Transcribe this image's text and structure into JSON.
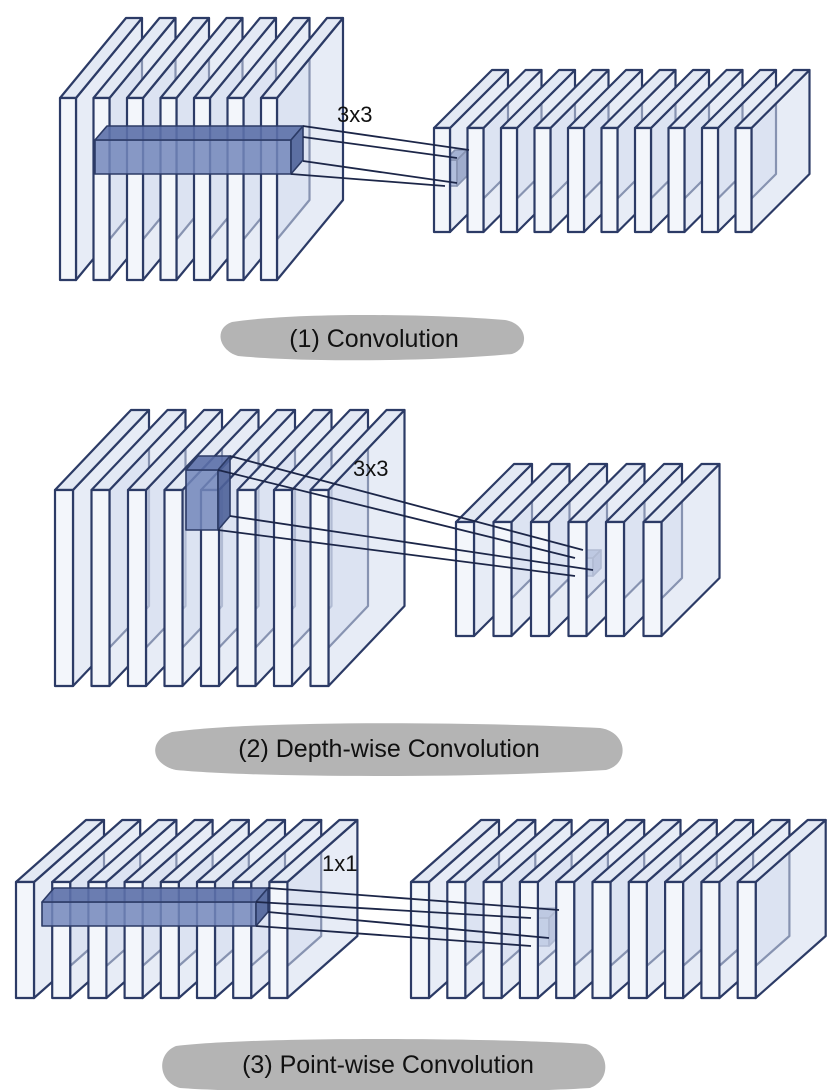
{
  "colors": {
    "slab_face": "#f3f6fb",
    "slab_stroke": "#2c3b66",
    "kernel_face": "#6f84b8",
    "kernel_top": "#5a6ea8",
    "caption_bg": "#b4b4b4"
  },
  "panels": [
    {
      "id": "convolution",
      "kernel_label": "3x3",
      "caption": "(1) Convolution"
    },
    {
      "id": "depthwise",
      "kernel_label": "3x3",
      "caption": "(2) Depth-wise Convolution"
    },
    {
      "id": "pointwise",
      "kernel_label": "1x1",
      "caption": "(3) Point-wise Convolution"
    }
  ]
}
